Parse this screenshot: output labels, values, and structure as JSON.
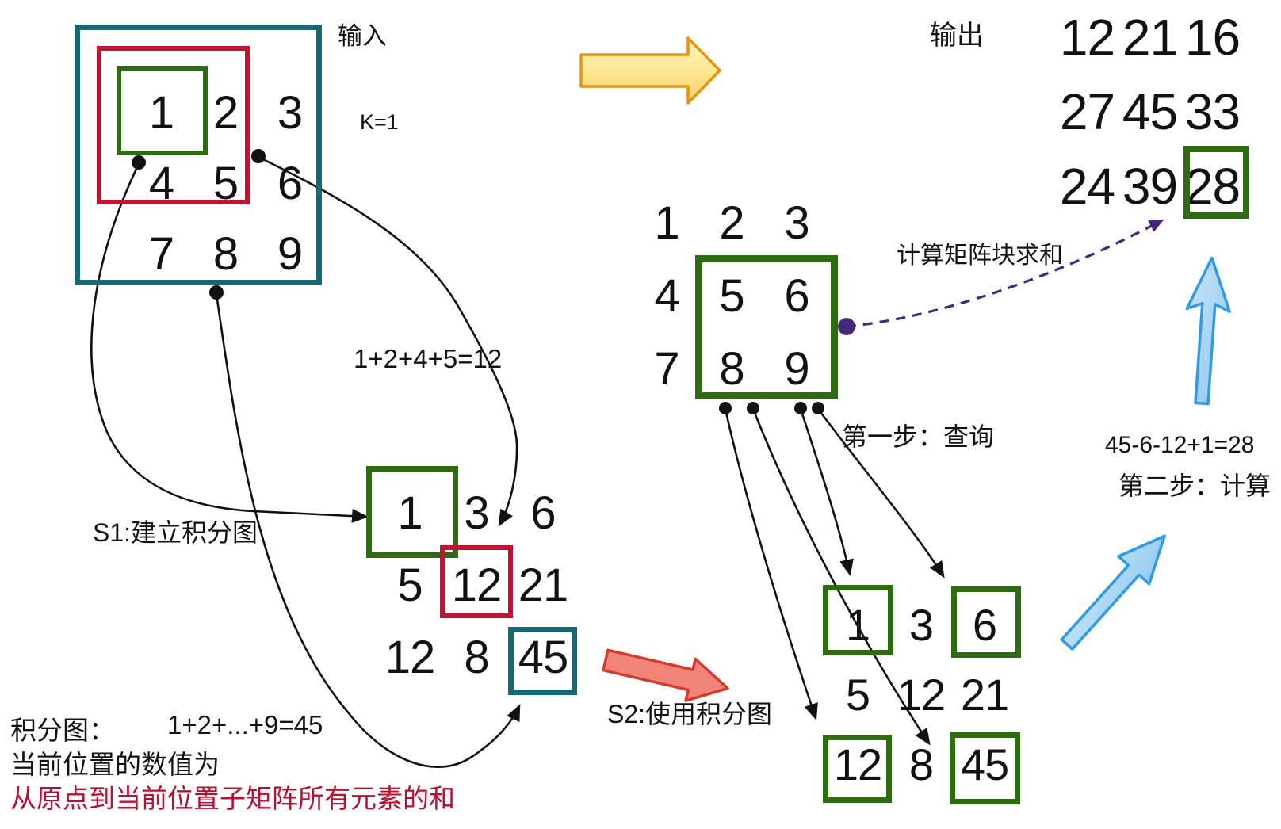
{
  "texts": {
    "input_label": "输入",
    "k_label": "K=1",
    "output_label": "输出",
    "s1_label": "S1:建立积分图",
    "s2_label": "S2:使用积分图",
    "step1_label": "第一步：查询",
    "step2_label": "第二步：计算",
    "calc_label": "计算矩阵块求和",
    "eq_sum12": "1+2+4+5=12",
    "eq_sum45": "1+2+...+9=45",
    "eq_result": "45-6-12+1=28",
    "note_line1": "积分图：",
    "note_line2": "当前位置的数值为",
    "note_line3": "从原点到当前位置子矩阵所有元素的和"
  },
  "matrices": {
    "input": {
      "rows": [
        [
          "1",
          "2",
          "3"
        ],
        [
          "4",
          "5",
          "6"
        ],
        [
          "7",
          "8",
          "9"
        ]
      ]
    },
    "integral_left": {
      "rows": [
        [
          "1",
          "3",
          "6"
        ],
        [
          "5",
          "12",
          "21"
        ],
        [
          "12",
          "8",
          "45"
        ]
      ]
    },
    "query": {
      "rows": [
        [
          "1",
          "2",
          "3"
        ],
        [
          "4",
          "5",
          "6"
        ],
        [
          "7",
          "8",
          "9"
        ]
      ]
    },
    "integral_right": {
      "rows": [
        [
          "1",
          "3",
          "6"
        ],
        [
          "5",
          "12",
          "21"
        ],
        [
          "12",
          "8",
          "45"
        ]
      ]
    },
    "output": {
      "rows": [
        [
          "12",
          "21",
          "16"
        ],
        [
          "27",
          "45",
          "33"
        ],
        [
          "24",
          "39",
          "28"
        ]
      ]
    }
  },
  "colors": {
    "teal_box": "#156973",
    "green_box": "#2E6B13",
    "red_box": "#C01532",
    "note_red_text": "#BE0E2E",
    "purple_arrow": "#45277E",
    "yellow_arrow_fill": "#FCE27E",
    "yellow_arrow_border": "#E8940F",
    "red_arrow_fill": "#F08478",
    "red_arrow_border": "#D63A2F",
    "blue_arrow_fill": "#A9D5F4",
    "blue_arrow_border": "#2E9BE3",
    "line_black": "#111111"
  }
}
